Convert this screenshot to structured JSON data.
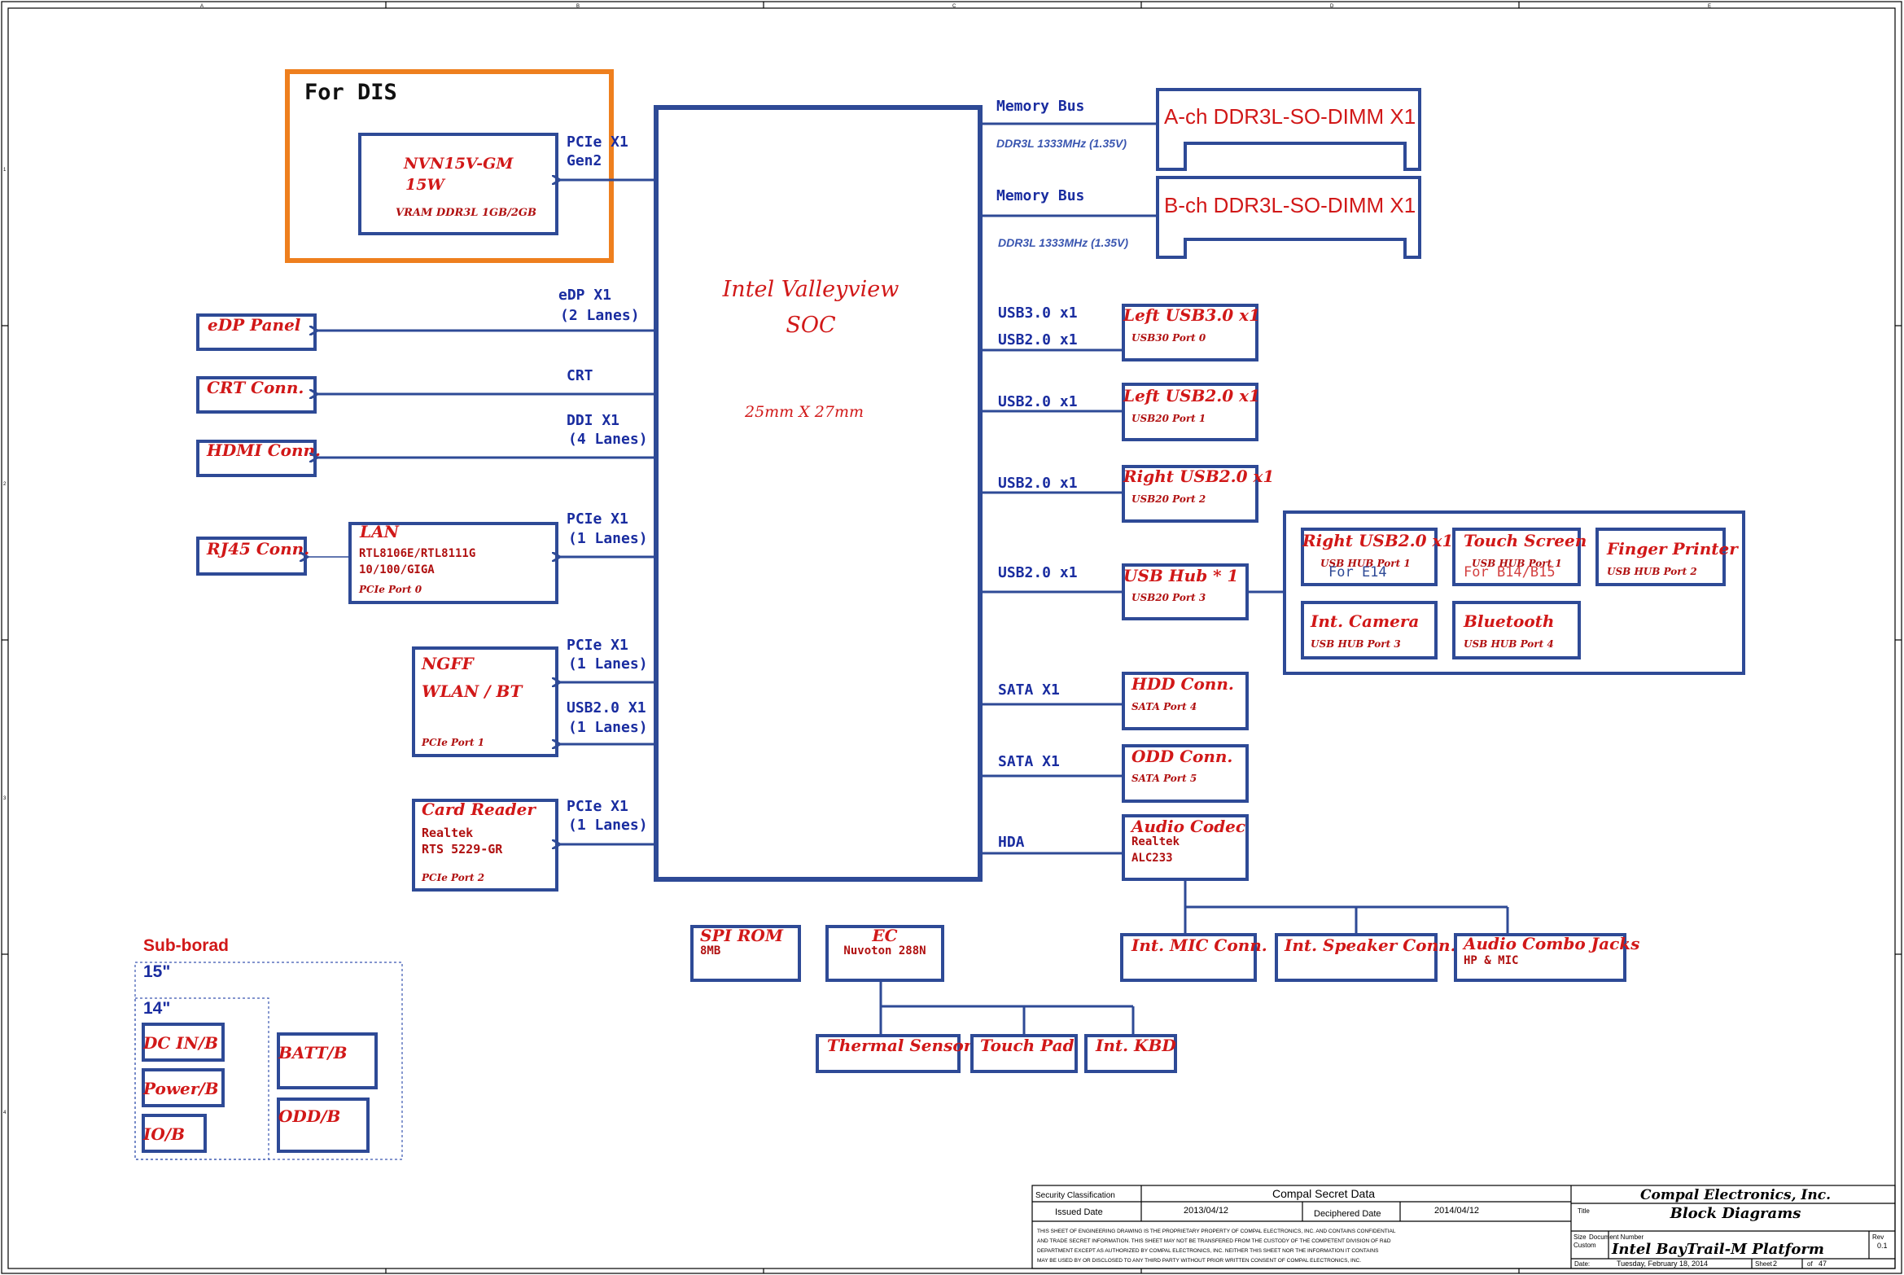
{
  "soc": {
    "title1": "Intel Valleyview",
    "title2": "SOC",
    "size": "25mm X 27mm"
  },
  "dis": {
    "label": "For DIS",
    "gpu": {
      "line1": "NVN15V-GM",
      "line2": "15W",
      "vram": "VRAM DDR3L 1GB/2GB"
    },
    "bus1": "PCIe X1",
    "bus2": "Gen2"
  },
  "memory": {
    "a": {
      "bus": "Memory Bus",
      "speed": "DDR3L 1333MHz (1.35V)",
      "label": "A-ch DDR3L-SO-DIMM X1"
    },
    "b": {
      "bus": "Memory Bus",
      "speed": "DDR3L 1333MHz (1.35V)",
      "label": "B-ch DDR3L-SO-DIMM X1"
    }
  },
  "left": {
    "edp": {
      "bus1": "eDP X1",
      "bus2": "(2 Lanes)",
      "label": "eDP Panel"
    },
    "crt": {
      "bus1": "CRT",
      "label": "CRT Conn."
    },
    "hdmi": {
      "bus1": "DDI X1",
      "bus2": "(4 Lanes)",
      "label": "HDMI Conn."
    },
    "lan": {
      "bus1": "PCIe X1",
      "bus2": "(1 Lanes)",
      "title": "LAN",
      "chip1": "RTL8106E/RTL8111G",
      "chip2": "10/100/GIGA",
      "port": "PCIe Port 0"
    },
    "rj45": {
      "label": "RJ45 Conn."
    },
    "ngff": {
      "bus1": "PCIe X1",
      "bus2": "(1 Lanes)",
      "bus3": "USB2.0 X1",
      "bus4": "(1 Lanes)",
      "title1": "NGFF",
      "title2": "WLAN / BT",
      "port": "PCIe Port 1"
    },
    "card": {
      "bus1": "PCIe X1",
      "bus2": "(1 Lanes)",
      "title": "Card Reader",
      "chip1": "Realtek",
      "chip2": "RTS 5229-GR",
      "port": "PCIe Port 2"
    }
  },
  "right": {
    "usb3": {
      "bus1": "USB3.0 x1",
      "bus2": "USB2.0 x1",
      "title": "Left USB3.0 x1",
      "port": "USB30 Port 0"
    },
    "lusb2": {
      "bus": "USB2.0 x1",
      "title": "Left USB2.0 x1",
      "port": "USB20 Port 1"
    },
    "rusb2": {
      "bus": "USB2.0 x1",
      "title": "Right USB2.0 x1",
      "port": "USB20 Port 2"
    },
    "hub": {
      "bus": "USB2.0 x1",
      "title": "USB Hub * 1",
      "port": "USB20 Port 3"
    },
    "hdd": {
      "bus": "SATA X1",
      "title": "HDD Conn.",
      "port": "SATA Port 4"
    },
    "odd": {
      "bus": "SATA X1",
      "title": "ODD Conn.",
      "port": "SATA Port 5"
    },
    "audio": {
      "bus": "HDA",
      "title": "Audio Codec",
      "chip1": "Realtek",
      "chip2": "ALC233"
    }
  },
  "hubgroup": {
    "rusb": {
      "title": "Right USB2.0 x1",
      "port": "USB HUB Port 1",
      "note": "For E14"
    },
    "touch": {
      "title": "Touch Screen",
      "port": "USB HUB Port 1",
      "note": "For B14/B15"
    },
    "finger": {
      "title": "Finger Printer",
      "port": "USB HUB Port 2"
    },
    "camera": {
      "title": "Int. Camera",
      "port": "USB HUB Port 3"
    },
    "bt": {
      "title": "Bluetooth",
      "port": "USB HUB Port 4"
    }
  },
  "bottom": {
    "spi": {
      "title": "SPI ROM",
      "size": "8MB"
    },
    "ec": {
      "title": "EC",
      "chip": "Nuvoton 288N"
    },
    "thermal": "Thermal Sensor",
    "touchpad": "Touch Pad",
    "kbd": "Int. KBD",
    "mic": "Int. MIC Conn.",
    "speaker": "Int. Speaker Conn.",
    "combo": {
      "title": "Audio Combo Jacks",
      "sub": "HP & MIC"
    }
  },
  "subboard": {
    "title": "Sub-borad",
    "g15": "15\"",
    "g14": "14\"",
    "dcin": "DC IN/B",
    "power": "Power/B",
    "io": "IO/B",
    "batt": "BATT/B",
    "oddb": "ODD/B"
  },
  "titleblock": {
    "security": "Security Classification",
    "secret": "Compal Secret Data",
    "issued_label": "Issued Date",
    "issued": "2013/04/12",
    "deciphered_label": "Deciphered Date",
    "deciphered": "2014/04/12",
    "company": "Compal Electronics, Inc.",
    "title_label": "Title",
    "title": "Block Diagrams",
    "size_label": "Size",
    "doc_label": "Document Number",
    "rev_label": "Rev",
    "custom": "Custom",
    "doc": "Intel BayTrail-M Platform",
    "rev": "0.1",
    "date_label": "Date:",
    "date": "Tuesday, February 18, 2014",
    "sheet_label": "Sheet",
    "sheet": "2",
    "of_label": "of",
    "of": "47",
    "disclaimer1": "THIS SHEET OF ENGINEERING DRAWING IS THE PROPRIETARY PROPERTY OF COMPAL ELECTRONICS, INC. AND CONTAINS CONFIDENTIAL",
    "disclaimer2": "AND TRADE SECRET INFORMATION. THIS SHEET MAY NOT BE TRANSFERED FROM THE CUSTODY OF THE COMPETENT DIVISION OF R&D",
    "disclaimer3": "DEPARTMENT EXCEPT AS AUTHORIZED BY COMPAL ELECTRONICS, INC. NEITHER THIS SHEET NOR THE INFORMATION IT CONTAINS",
    "disclaimer4": "MAY BE USED BY OR DISCLOSED TO ANY THIRD PARTY WITHOUT PRIOR WRITTEN CONSENT OF COMPAL ELECTRONICS, INC."
  },
  "frame": {
    "cols": [
      "A",
      "B",
      "C",
      "D",
      "E"
    ],
    "rows": [
      "1",
      "2",
      "3",
      "4"
    ]
  }
}
